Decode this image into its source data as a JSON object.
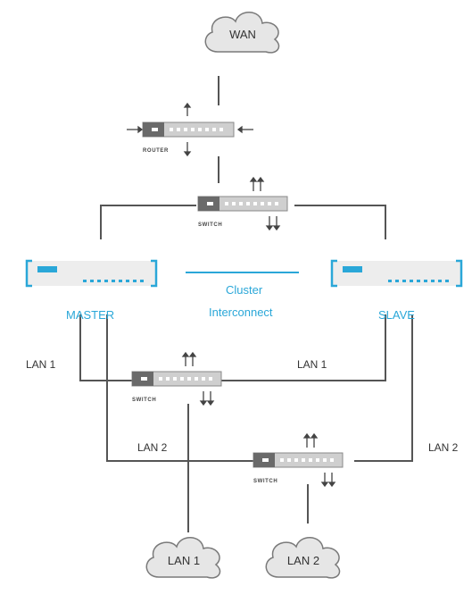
{
  "clouds": {
    "wan": "WAN",
    "lan1": "LAN 1",
    "lan2": "LAN 2"
  },
  "devices": {
    "router": "ROUTER",
    "switch_top": "SWITCH",
    "switch_lan1": "SWITCH",
    "switch_lan2": "SWITCH"
  },
  "nodes": {
    "master": "MASTER",
    "slave": "SLAVE",
    "interconnect_line1": "Cluster",
    "interconnect_line2": "Interconnect"
  },
  "links": {
    "master_lan1": "LAN 1",
    "slave_lan1": "LAN 1",
    "master_lan2": "LAN 2",
    "slave_lan2": "LAN 2"
  },
  "colors": {
    "accent": "#2aa7d8",
    "line": "#555555",
    "device_body": "#c9c9c9",
    "device_dark": "#6a6a6a",
    "cloud_fill": "#e6e6e6",
    "cloud_stroke": "#7a7a7a"
  }
}
